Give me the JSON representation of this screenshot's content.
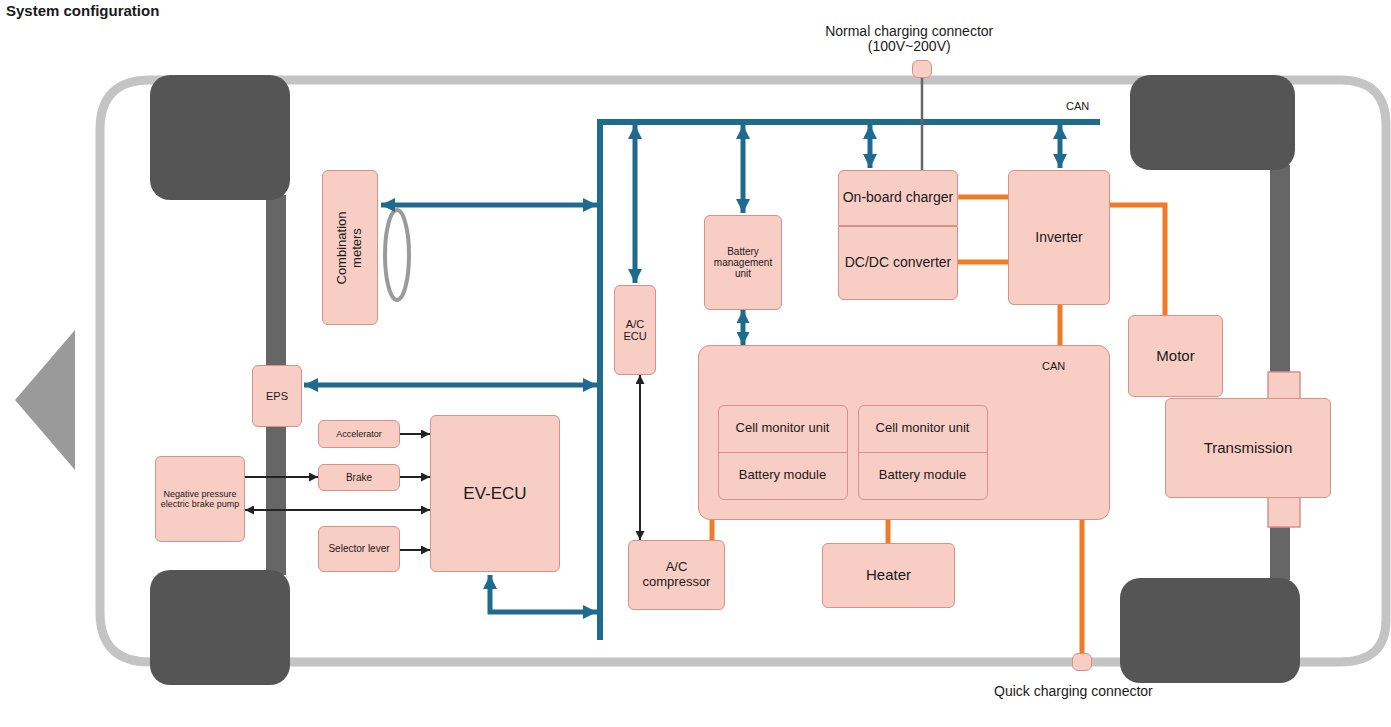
{
  "diagram": {
    "title": "System configuration",
    "nodes": [
      {
        "text": [
          "Combination meters"
        ]
      },
      {
        "text": [
          "EPS"
        ]
      },
      {
        "text": [
          "Accelerator"
        ]
      },
      {
        "text": [
          "Negative pressure electric brake pump"
        ]
      },
      {
        "text": [
          "Brake"
        ]
      },
      {
        "text": [
          "Selector lever"
        ]
      },
      {
        "text": [
          "EV-ECU"
        ]
      },
      {
        "text": [
          "A/C ECU"
        ]
      },
      {
        "text": [
          "Battery management unit"
        ]
      },
      {
        "text": [
          "Normal charging connector (100V~200V)"
        ]
      },
      {
        "text": [
          "On-board charger"
        ]
      },
      {
        "text": [
          "DC/DC converter"
        ]
      },
      {
        "text": [
          "Inverter"
        ]
      },
      {
        "text": [
          "CAN"
        ]
      },
      {
        "text": [
          "Cell monitor unit",
          "Battery module"
        ],
        "in": 13
      },
      {
        "text": [
          "Cell monitor unit",
          "Battery module"
        ],
        "in": 13
      },
      {
        "text": [
          "A/C compressor"
        ]
      },
      {
        "text": [
          "Heater"
        ]
      },
      {
        "text": [
          "Motor"
        ]
      },
      {
        "text": [
          "Transmission"
        ]
      },
      {
        "text": [
          "Quick charging connector"
        ]
      }
    ],
    "edges": [
      {
        "from": 2,
        "to": 6,
        "arrow": "to"
      },
      {
        "from": 4,
        "to": 6,
        "arrow": "to"
      },
      {
        "from": 5,
        "to": 6,
        "arrow": "to"
      },
      {
        "from": 3,
        "to": 4,
        "arrow": "to"
      },
      {
        "from": 6,
        "to": 3,
        "arrow": "both"
      },
      {
        "from": 7,
        "to": 16,
        "arrow": "both"
      },
      {
        "from": 8,
        "to": 13,
        "arrow": "both"
      },
      {
        "from": 9,
        "to": 10,
        "arrow": "none"
      },
      {
        "from": 10,
        "to": 12,
        "arrow": "none"
      },
      {
        "from": 11,
        "to": 12,
        "arrow": "none"
      },
      {
        "from": 12,
        "to": 13,
        "arrow": "none"
      },
      {
        "from": 12,
        "to": 18,
        "arrow": "none"
      },
      {
        "from": 13,
        "to": 16,
        "arrow": "none"
      },
      {
        "from": 13,
        "to": 17,
        "arrow": "none"
      },
      {
        "from": 13,
        "to": 20,
        "arrow": "none"
      }
    ],
    "labels": [
      "CAN"
    ]
  }
}
